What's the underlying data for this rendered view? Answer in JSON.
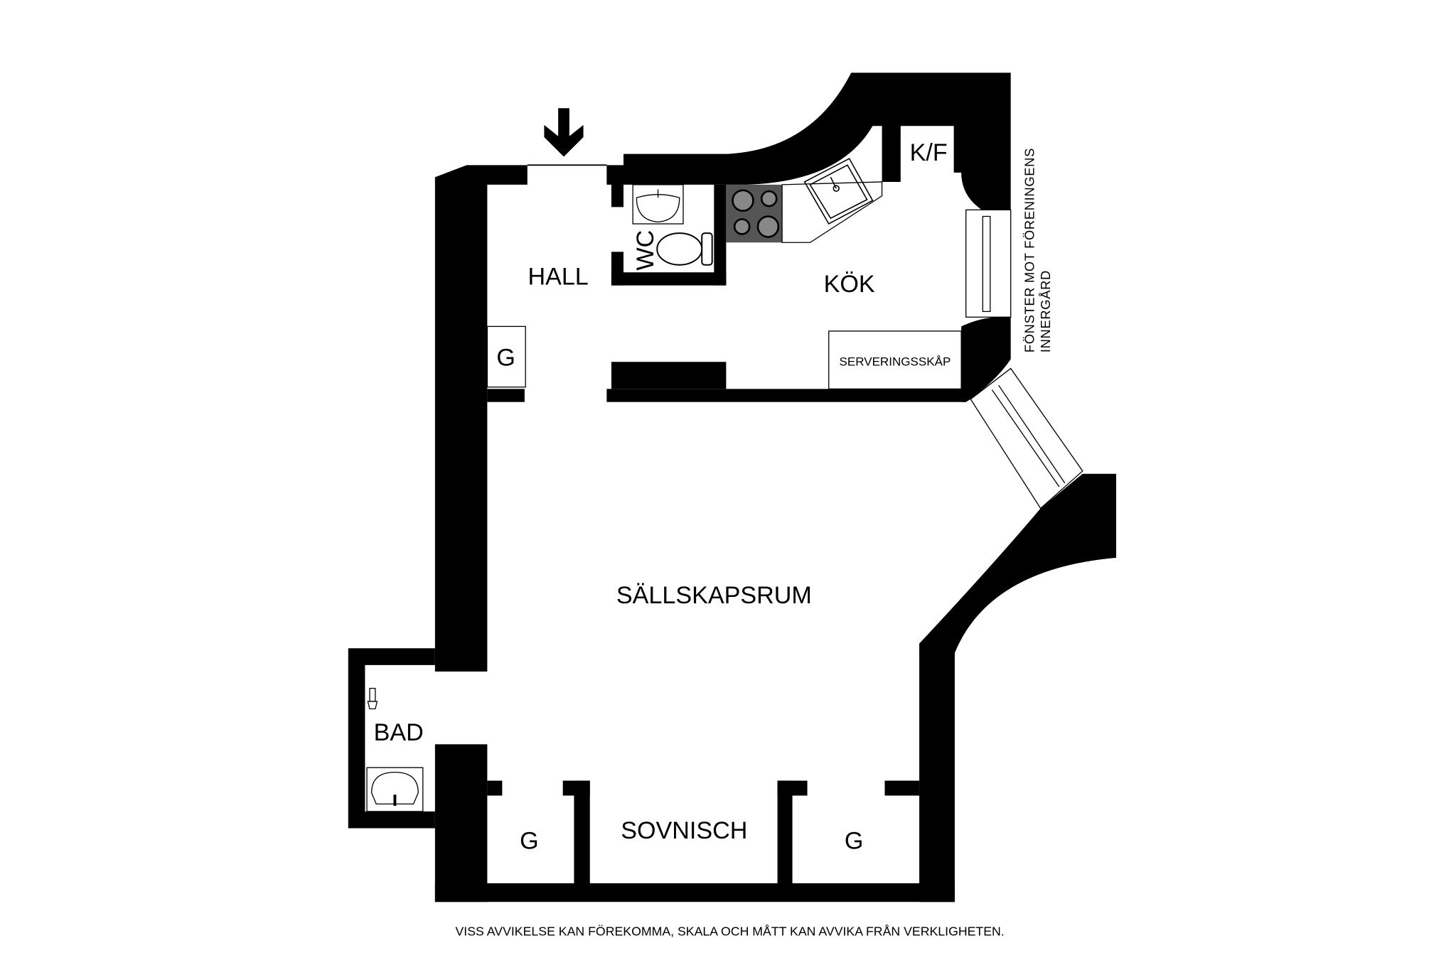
{
  "plan": {
    "rooms": {
      "hall": "HALL",
      "wc": "WC",
      "kok": "KÖK",
      "kf": "K/F",
      "closet_hall": "G",
      "serveringsskap": "SERVERINGSSKÅP",
      "sallskapsrum": "SÄLLSKAPSRUM",
      "bad": "BAD",
      "sovnisch": "SOVNISCH",
      "closet_left": "G",
      "closet_right": "G"
    },
    "window_note_line1": "FÖNSTER MOT FÖRENINGENS",
    "window_note_line2": "INNERGÅRD",
    "disclaimer": "VISS AVVIKELSE KAN FÖREKOMMA, SKALA OCH MÅTT KAN AVVIKA FRÅN VERKLIGHETEN."
  },
  "colors": {
    "wall": "#000000",
    "stove": "#555555",
    "background": "#ffffff"
  }
}
